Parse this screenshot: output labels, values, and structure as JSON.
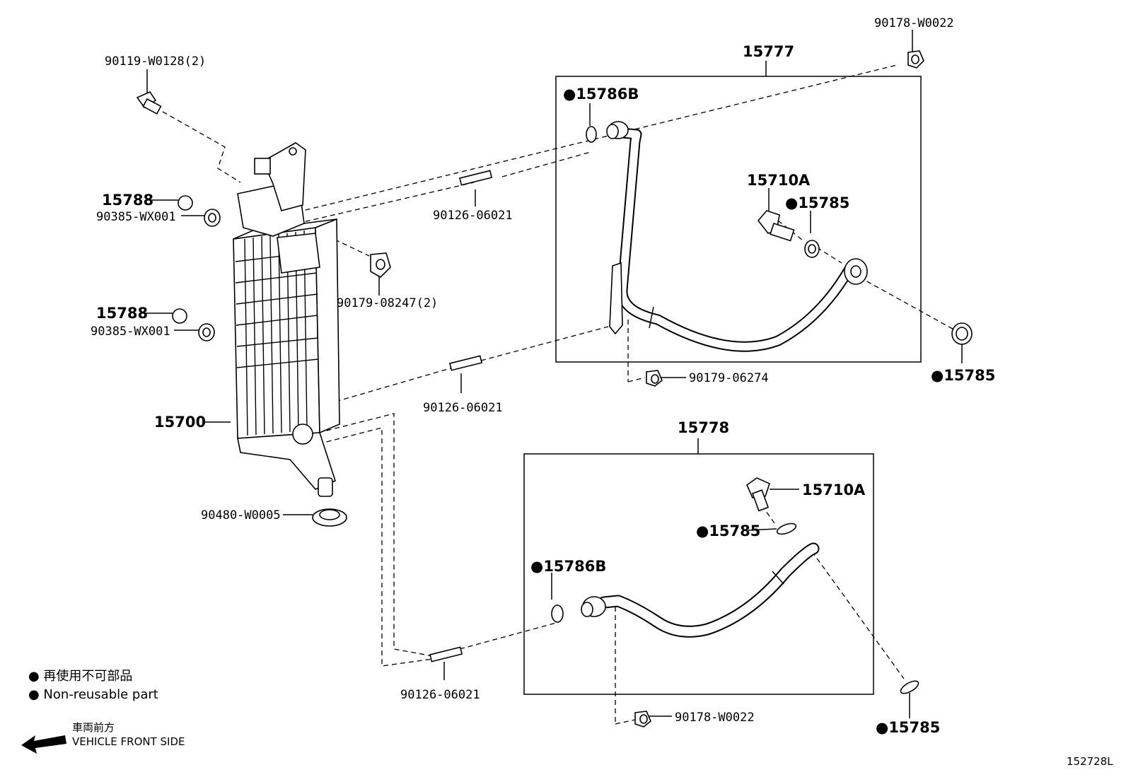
{
  "diagram_id": "152728L",
  "labels": {
    "l_90119": "90119-W0128(2)",
    "l_15788_a": "15788",
    "l_90385_a": "90385-WX001",
    "l_15788_b": "15788",
    "l_90385_b": "90385-WX001",
    "l_15700": "15700",
    "l_90480": "90480-W0005",
    "l_90179_08247": "90179-08247(2)",
    "l_90126_a": "90126-06021",
    "l_90126_b": "90126-06021",
    "l_90126_c": "90126-06021",
    "l_15777": "15777",
    "l_90178_top": "90178-W0022",
    "l_15786b_top": "●15786B",
    "l_15710a_top": "15710A",
    "l_15785_top": "●15785",
    "l_15785_right": "●15785",
    "l_90179_06274": "90179-06274",
    "l_15778": "15778",
    "l_15710a_bot": "15710A",
    "l_15785_mid": "●15785",
    "l_15786b_bot": "●15786B",
    "l_90178_bot": "90178-W0022",
    "l_15785_bot": "●15785"
  },
  "legend": {
    "nonreusable_jp": "● 再使用不可部品",
    "nonreusable_en": "● Non-reusable part",
    "front_jp": "車両前方",
    "front_en": "VEHICLE FRONT SIDE"
  }
}
